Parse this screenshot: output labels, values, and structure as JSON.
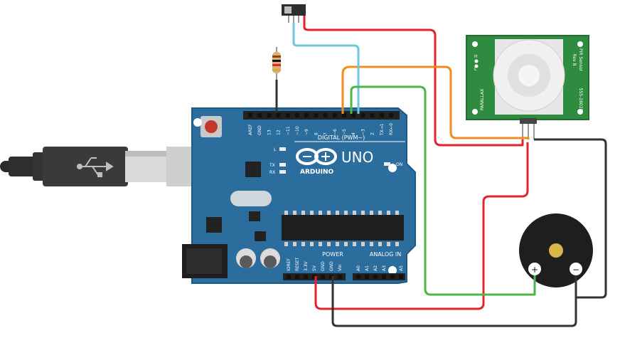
{
  "board": {
    "brand": "ARDUINO",
    "model": "UNO",
    "digital_header_label": "DIGITAL (PWM~)",
    "power_label": "POWER",
    "analog_label": "ANALOG IN",
    "on_label": "ON",
    "tx_label": "TX",
    "rx_label": "RX",
    "l_label": "L",
    "digital_pins": [
      "AREF",
      "GND",
      "13",
      "12",
      "~11",
      "~10",
      "~9",
      "8",
      "7",
      "~6",
      "~5",
      "4",
      "~3",
      "2",
      "TX→1",
      "RX←0"
    ],
    "power_pins": [
      "IOREF",
      "RESET",
      "3.3V",
      "5V",
      "GND",
      "GND",
      "Vin"
    ],
    "analog_pins": [
      "A0",
      "A1",
      "A2",
      "A3",
      "A4",
      "A5"
    ]
  },
  "pir_sensor": {
    "label_top": "PIR Sensor",
    "label_rev": "Rev B",
    "label_part": "555-28027",
    "label_brand": "PARALLAX",
    "jumper_h": "H",
    "jumper_l": "L"
  },
  "buzzer": {
    "plus": "+",
    "minus": "−"
  },
  "colors": {
    "board": "#2b6d9c",
    "board_edge": "#1d5a86",
    "pir_pcb": "#2f8b3f",
    "wire_red": "#e3242b",
    "wire_orange": "#f28c1e",
    "wire_green": "#4cb648",
    "wire_cyan": "#6fc6dc",
    "wire_black": "#333333"
  },
  "icons": [
    "usb-cable-icon",
    "usb-symbol-icon",
    "arduino-infinity-logo-icon",
    "slide-switch-icon",
    "resistor-icon",
    "piezo-buzzer-icon",
    "pir-dome-icon",
    "dc-jack-icon",
    "reset-button-icon"
  ]
}
